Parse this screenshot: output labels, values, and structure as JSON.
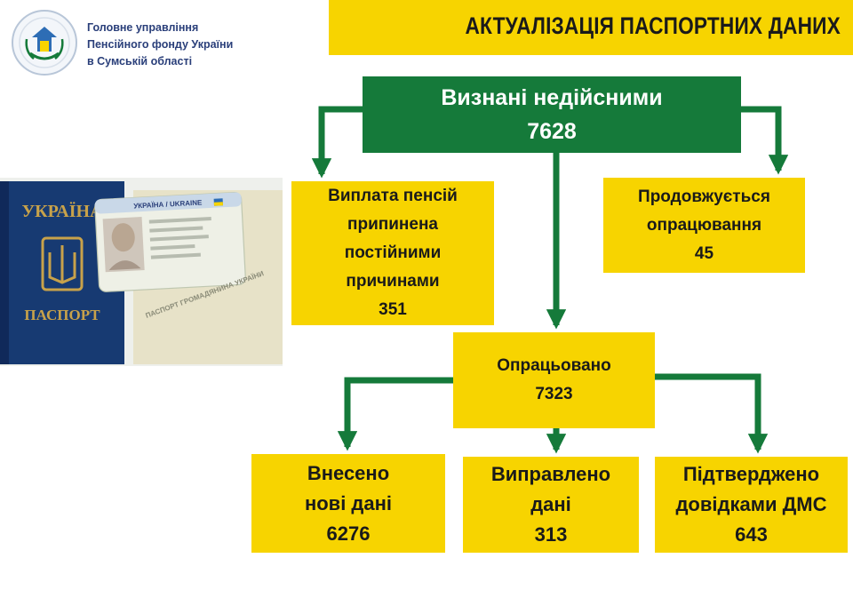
{
  "header": {
    "org_name_lines": [
      "Головне управління",
      "Пенсійного фонду України",
      "в Сумській області"
    ],
    "title": "АКТУАЛІЗАЦІЯ ПАСПОРТНИХ ДАНИХ"
  },
  "photo": {
    "passport_country": "УКРАЇНА",
    "passport_word": "ПАСПОРТ",
    "id_card_heading": "УКРАЇНА / UKRAINE",
    "id_card_caption": "ПАСПОРТ ГРОМАДЯНИНА УКРАЇНИ"
  },
  "diagram": {
    "root": {
      "label": "Визнані недійсними",
      "value": "7628"
    },
    "stopped": {
      "lines": [
        "Виплата пенсій",
        "припинена",
        "постійними",
        "причинами"
      ],
      "value": "351"
    },
    "continuing": {
      "lines": [
        "Продовжується",
        "опрацювання"
      ],
      "value": "45"
    },
    "processed": {
      "label": "Опрацьовано",
      "value": "7323"
    },
    "new_data": {
      "lines": [
        "Внесено",
        "нові дані"
      ],
      "value": "6276"
    },
    "corrected": {
      "lines": [
        "Виправлено",
        "дані"
      ],
      "value": "313"
    },
    "confirmed": {
      "lines": [
        "Підтверджено",
        "довідками ДМС"
      ],
      "value": "643"
    }
  },
  "colors": {
    "accent_yellow": "#f7d400",
    "accent_green": "#157a3a",
    "org_text": "#2a3f7a"
  },
  "icons": [
    "pension-fund-emblem-icon",
    "trident-icon",
    "arrow-down-icon"
  ]
}
